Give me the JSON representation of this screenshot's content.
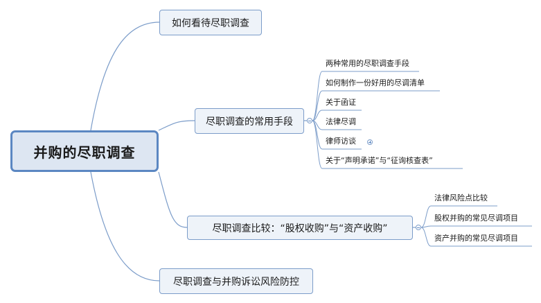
{
  "root": {
    "label": "并购的尽职调查"
  },
  "main_nodes": [
    {
      "label": "如何看待尽职调查"
    },
    {
      "label": "尽职调查的常用手段",
      "children": [
        {
          "label": "两种常用的尽职调查手段"
        },
        {
          "label": "如何制作一份好用的尽调清单"
        },
        {
          "label": "关于函证"
        },
        {
          "label": "法律尽调"
        },
        {
          "label": "律师访谈",
          "collapsed": true
        },
        {
          "label": "关于“声明承诺”与“征询核查表”"
        }
      ]
    },
    {
      "label": "尽职调查比较：“股权收购”与“资产收购”",
      "children": [
        {
          "label": "法律风险点比较"
        },
        {
          "label": "股权并购的常见尽调项目"
        },
        {
          "label": "资产并购的常见尽调项目"
        }
      ]
    },
    {
      "label": "尽职调查与并购诉讼风险防控"
    }
  ],
  "colors": {
    "connector": "#7b9cc9",
    "root_fill": "#dde6f2",
    "root_border": "#5b87c2",
    "node_fill": "#eef3f9",
    "underline": "#7b9cc9"
  }
}
